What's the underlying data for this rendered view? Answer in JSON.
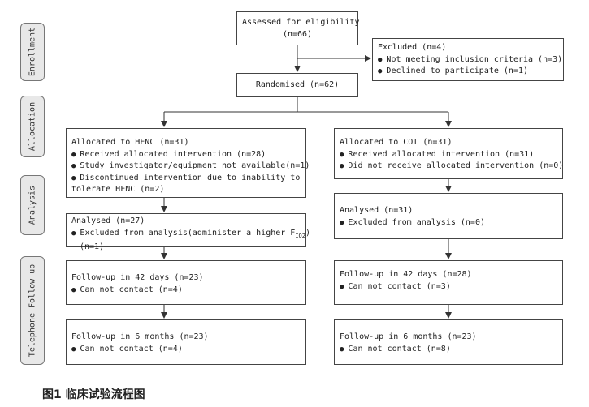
{
  "side_labels": {
    "enrollment": "Enrollment",
    "allocation": "Allocation",
    "analysis": "Analysis",
    "followup": "Telephone Follow-up"
  },
  "assessed": {
    "line1": "Assessed for eligibility",
    "line2": "(n=66)"
  },
  "excluded": {
    "title": "Excluded (n=4)",
    "items": [
      "Not meeting inclusion criteria (n=3)",
      "Declined to participate (n=1)"
    ]
  },
  "randomised": {
    "text": "Randomised (n=62)"
  },
  "hfnc_alloc": {
    "title": "Allocated to HFNC (n=31)",
    "items": [
      "Received allocated intervention (n=28)",
      "Study investigator/equipment not available(n=1)",
      "Discontinued intervention due to inability to"
    ],
    "continuation": "tolerate HFNC (n=2)"
  },
  "cot_alloc": {
    "title": "Allocated to COT (n=31)",
    "items": [
      "Received allocated intervention (n=31)",
      "Did not receive allocated intervention (n=0)"
    ]
  },
  "hfnc_analysed": {
    "title": "Analysed (n=27)",
    "item_prefix": "Excluded from analysis(administer a higher F",
    "item_sub": "IO2",
    "item_suffix": "",
    "continuation": "(n=1)"
  },
  "cot_analysed": {
    "title": "Analysed (n=31)",
    "items": [
      "Excluded from analysis (n=0)"
    ]
  },
  "hfnc_fu42": {
    "title": "Follow-up in 42 days (n=23)",
    "items": [
      "Can not contact (n=4)"
    ]
  },
  "cot_fu42": {
    "title": "Follow-up in 42 days (n=28)",
    "items": [
      "Can not contact (n=3)"
    ]
  },
  "hfnc_fu6": {
    "title": "Follow-up in 6 months (n=23)",
    "items": [
      "Can not contact (n=4)"
    ]
  },
  "cot_fu6": {
    "title": "Follow-up in 6 months (n=23)",
    "items": [
      "Can not contact (n=8)"
    ]
  },
  "caption": "图1 临床试验流程图"
}
